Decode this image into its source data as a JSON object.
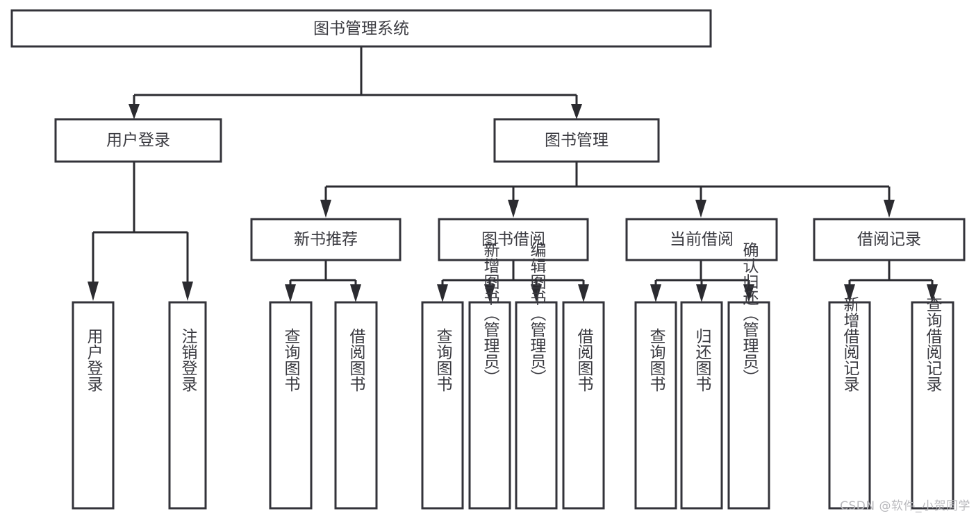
{
  "diagram": {
    "type": "tree-hierarchy",
    "title": "图书管理系统",
    "root": {
      "id": "root",
      "label": "图书管理系统"
    },
    "level1": [
      {
        "id": "user-login",
        "label": "用户登录"
      },
      {
        "id": "book-manage",
        "label": "图书管理"
      }
    ],
    "level2": [
      {
        "id": "new-book-rec",
        "label": "新书推荐",
        "parent": "book-manage"
      },
      {
        "id": "book-borrow",
        "label": "图书借阅",
        "parent": "book-manage"
      },
      {
        "id": "current-borrow",
        "label": "当前借阅",
        "parent": "book-manage"
      },
      {
        "id": "borrow-record",
        "label": "借阅记录",
        "parent": "book-manage"
      }
    ],
    "leaves": [
      {
        "id": "leaf-user-login",
        "label": "用户登录",
        "parent": "user-login"
      },
      {
        "id": "leaf-logout",
        "label": "注销登录",
        "parent": "user-login"
      },
      {
        "id": "leaf-query-book-1",
        "label": "查询图书",
        "parent": "new-book-rec"
      },
      {
        "id": "leaf-borrow-book-1",
        "label": "借阅图书",
        "parent": "new-book-rec"
      },
      {
        "id": "leaf-query-book-2",
        "label": "查询图书",
        "parent": "book-borrow"
      },
      {
        "id": "leaf-add-book",
        "label": "新增图书（管理员）",
        "parent": "book-borrow"
      },
      {
        "id": "leaf-edit-book",
        "label": "编辑图书（管理员）",
        "parent": "book-borrow"
      },
      {
        "id": "leaf-borrow-book-2",
        "label": "借阅图书",
        "parent": "book-borrow"
      },
      {
        "id": "leaf-query-book-3",
        "label": "查询图书",
        "parent": "current-borrow"
      },
      {
        "id": "leaf-return-book",
        "label": "归还图书",
        "parent": "current-borrow"
      },
      {
        "id": "leaf-confirm-return",
        "label": "确认归还（管理员）",
        "parent": "current-borrow"
      },
      {
        "id": "leaf-add-record",
        "label": "新增借阅记录",
        "parent": "borrow-record"
      },
      {
        "id": "leaf-query-record",
        "label": "查询借阅记录",
        "parent": "borrow-record"
      }
    ],
    "colors": {
      "box_stroke": "#33333a",
      "connector": "#2b2b30",
      "text": "#3a3a40",
      "background": "#ffffff",
      "watermark": "#b9b9bd"
    }
  },
  "watermark": {
    "text": "CSDN @软件_小贺同学"
  }
}
